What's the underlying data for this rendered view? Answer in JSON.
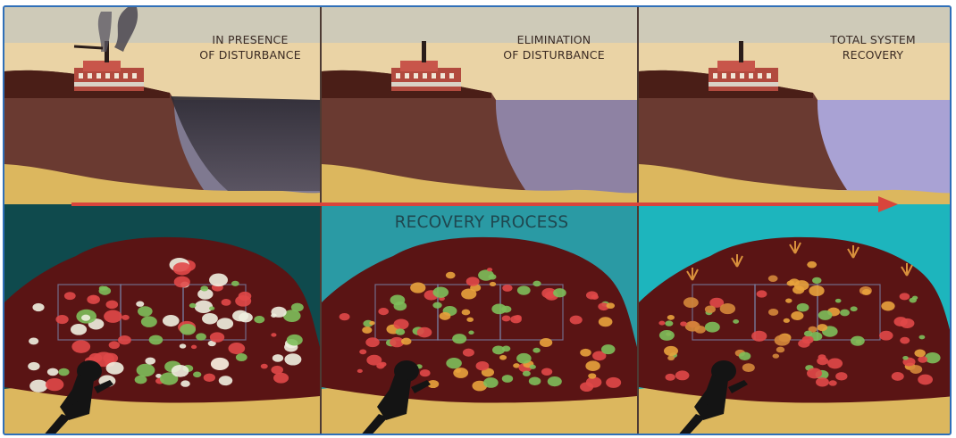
{
  "panels": [
    {
      "id": "disturbance",
      "title_line1": "IN PRESENCE",
      "title_line2": "OF DISTURBANCE",
      "water_color": "#0f4a4d",
      "coral_colors": [
        "#7dbe5a",
        "#e04848",
        "#f0efe0"
      ]
    },
    {
      "id": "elimination",
      "title_line1": "ELIMINATION",
      "title_line2": "OF DISTURBANCE",
      "water_color": "#2a9aa4",
      "coral_colors": [
        "#e04848",
        "#7dbe5a",
        "#e8a23c"
      ]
    },
    {
      "id": "recovery",
      "title_line1": "TOTAL SYSTEM",
      "title_line2": "RECOVERY",
      "water_color": "#1db5bd",
      "coral_colors": [
        "#e8a23c",
        "#e04848",
        "#d4873a",
        "#7dbe5a"
      ]
    }
  ],
  "arrow_label": "RECOVERY PROCESS",
  "colors": {
    "frame_border": "#2f6fb8",
    "sky": "#ead3a5",
    "cliff": "#6a3a31",
    "sand": "#dcb75e",
    "arrow": "#d8453c",
    "reef": "#5a1414",
    "diver": "#141414"
  }
}
